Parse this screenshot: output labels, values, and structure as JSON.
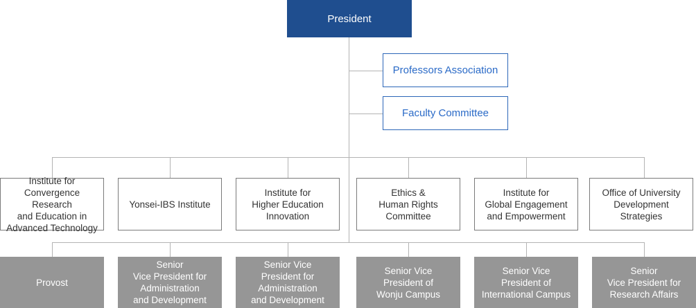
{
  "president": "President",
  "advisory": [
    "Professors Association",
    "Faculty Committee"
  ],
  "institutes": [
    "Institute for\nConvergence Research\nand Education in\nAdvanced Technology",
    "Yonsei-IBS Institute",
    "Institute for\nHigher Education\nInnovation",
    "Ethics &\nHuman Rights\nCommittee",
    "Institute for\nGlobal Engagement\nand Empowerment",
    "Office of University\nDevelopment Strategies"
  ],
  "executives": [
    "Provost",
    "Senior\nVice President for\nAdministration\nand Development",
    "Senior Vice\nPresident for\nAdministration\nand Development",
    "Senior Vice\nPresident of\nWonju Campus",
    "Senior Vice\nPresident of\nInternational Campus",
    "Senior\nVice President for\nResearch Affairs"
  ],
  "colors": {
    "president_fill": "#1f4e8f",
    "advisory_border": "#2b66b8",
    "executive_fill": "#969696",
    "connector": "#b3b3b3"
  }
}
